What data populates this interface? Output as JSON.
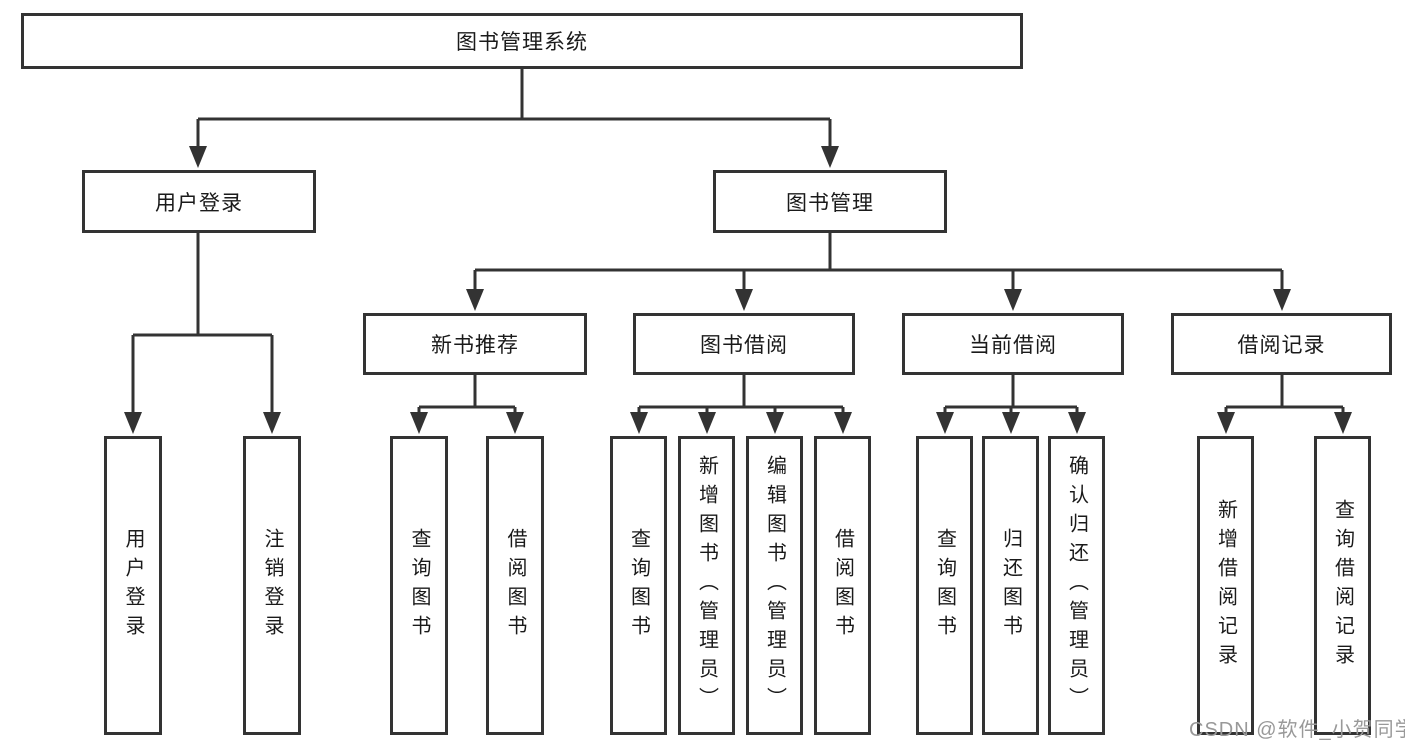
{
  "diagram_title": "图书管理系统",
  "colors": {
    "line": "#333333",
    "border": "#333333",
    "text": "#1a1a1a",
    "watermark": "#999999",
    "background": "#ffffff"
  },
  "nodes": {
    "root": {
      "label": "图书管理系统"
    },
    "user_login": {
      "label": "用户登录"
    },
    "book_management": {
      "label": "图书管理"
    },
    "new_book_recommend": {
      "label": "新书推荐"
    },
    "book_borrow": {
      "label": "图书借阅"
    },
    "current_borrow": {
      "label": "当前借阅"
    },
    "borrow_record": {
      "label": "借阅记录"
    },
    "leaf_user_login": {
      "label": "用户登录"
    },
    "leaf_logout": {
      "label": "注销登录"
    },
    "leaf_nb_query_book": {
      "label": "查询图书"
    },
    "leaf_nb_borrow_book": {
      "label": "借阅图书"
    },
    "leaf_bb_query_book": {
      "label": "查询图书"
    },
    "leaf_bb_add_book": {
      "label": "新增图书（管理员）"
    },
    "leaf_bb_edit_book": {
      "label": "编辑图书（管理员）"
    },
    "leaf_bb_borrow_book": {
      "label": "借阅图书"
    },
    "leaf_cb_query_book": {
      "label": "查询图书"
    },
    "leaf_cb_return_book": {
      "label": "归还图书"
    },
    "leaf_cb_confirm_return": {
      "label": "确认归还（管理员）"
    },
    "leaf_br_add_record": {
      "label": "新增借阅记录"
    },
    "leaf_br_query_record": {
      "label": "查询借阅记录"
    }
  },
  "hierarchy": {
    "图书管理系统": [
      "用户登录",
      "图书管理"
    ],
    "用户登录": [
      "用户登录",
      "注销登录"
    ],
    "图书管理": [
      "新书推荐",
      "图书借阅",
      "当前借阅",
      "借阅记录"
    ],
    "新书推荐": [
      "查询图书",
      "借阅图书"
    ],
    "图书借阅": [
      "查询图书",
      "新增图书（管理员）",
      "编辑图书（管理员）",
      "借阅图书"
    ],
    "当前借阅": [
      "查询图书",
      "归还图书",
      "确认归还（管理员）"
    ],
    "借阅记录": [
      "新增借阅记录",
      "查询借阅记录"
    ]
  },
  "watermark": "CSDN @软件_小贺同学"
}
